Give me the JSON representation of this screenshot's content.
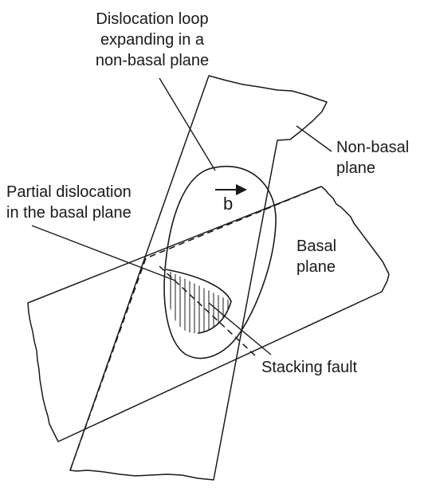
{
  "labels": {
    "dislocation_loop": "Dislocation loop\nexpanding in a\nnon-basal plane",
    "non_basal_plane": "Non-basal\nplane",
    "partial_dislocation": "Partial dislocation\nin the basal plane",
    "basal_plane": "Basal\nplane",
    "stacking_fault": "Stacking fault",
    "burgers_vector": "b"
  },
  "colors": {
    "line": "#1a1a1a",
    "background": "#ffffff"
  }
}
